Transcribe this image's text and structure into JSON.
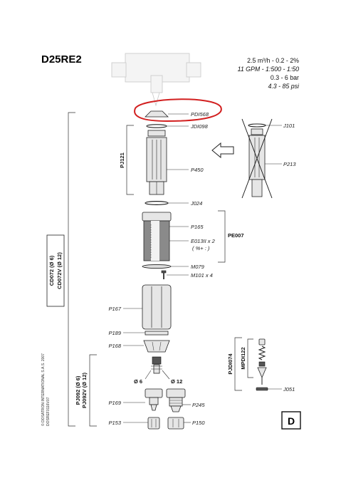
{
  "title": "D25RE2",
  "specs": {
    "flow_metric": "2.5 m³/h - 0.2  -  2%",
    "flow_imperial": "11 GPM - 1:500 - 1:50",
    "pressure_bar": "0.3  -  6 bar",
    "pressure_psi": "4.3 - 85 psi"
  },
  "parts": {
    "pdi568": "PDI568",
    "jdi098": "JDI098",
    "j101": "J101",
    "p213": "P213",
    "p450": "P450",
    "j024": "J024",
    "p165": "P165",
    "e013": "E013II x 2",
    "e013_note": "( %+ : )",
    "m079": "M079",
    "m101": "M101 x 4",
    "p167": "P167",
    "p189": "P189",
    "p168": "P168",
    "p169": "P169",
    "p245": "P245",
    "p153": "P153",
    "p150": "P150",
    "j051": "J051"
  },
  "groups": {
    "pj121": "PJ121",
    "pe007": "PE007",
    "cd072": "CD072 (Ø 6)",
    "cd072v": "CD072V (Ø 12)",
    "pj092": "PJ092 (Ø 6)",
    "pj092v": "PJ092V (Ø 12)",
    "pjdi074": "PJDI074",
    "mpdi122": "MPDI122"
  },
  "diameters": {
    "d6": "Ø 6",
    "d12": "Ø 12"
  },
  "copyright_line1": "© DOSATRON INTERNATIONAL S.A.S. 2007",
  "copyright_line2": "DOSREF0116V07",
  "section_letter": "D",
  "colors": {
    "highlight": "#d21f1f",
    "outline": "#222222"
  }
}
